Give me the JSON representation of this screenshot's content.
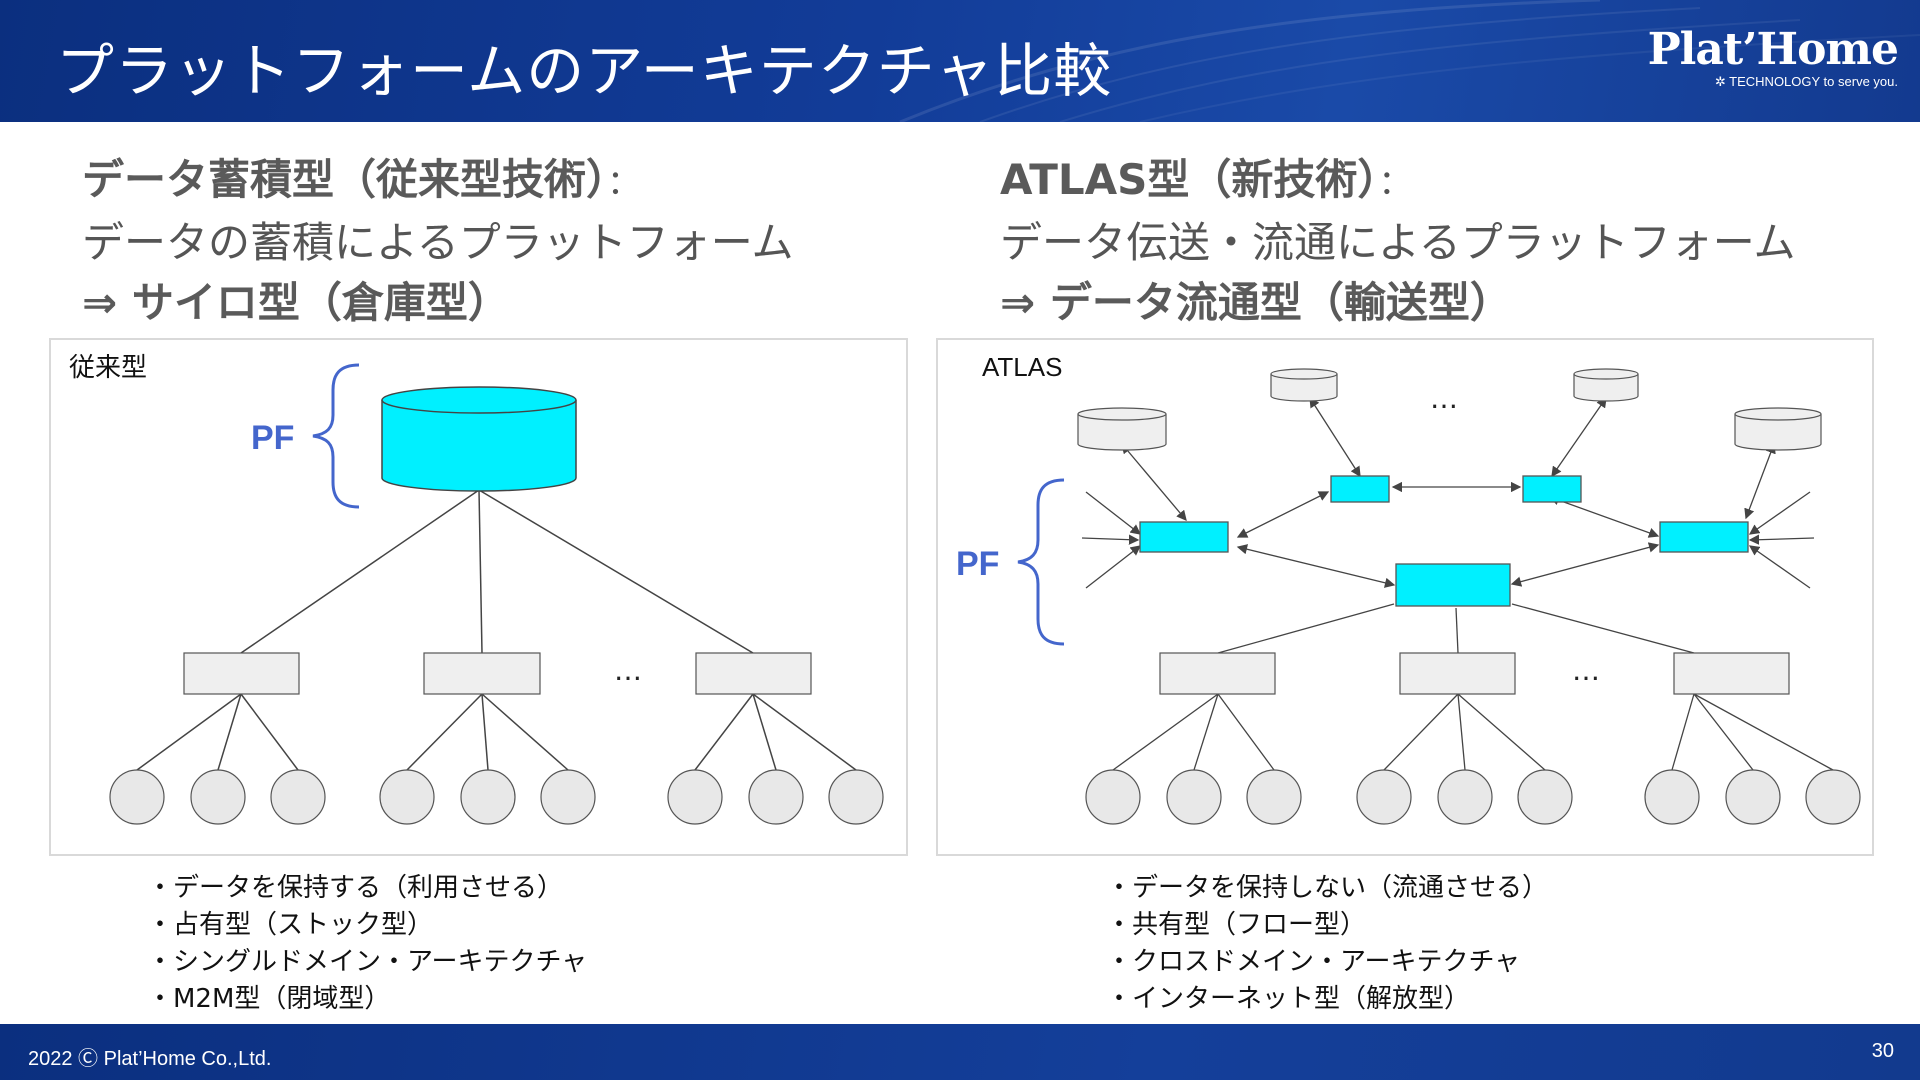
{
  "header": {
    "title": "プラットフォームのアーキテクチャ比較",
    "logo_main": "Plat’Home",
    "logo_sub": "TECHNOLOGY to serve you."
  },
  "left": {
    "heading_bold": "データ蓄積型（従来型技術）",
    "heading_colon": "：",
    "heading_line2": "データの蓄積によるプラットフォーム",
    "heading_line3": "⇒ サイロ型（倉庫型）",
    "panel_label": "従来型",
    "pf_label": "PF",
    "ellipsis": "…",
    "bullets": [
      "・データを保持する（利用させる）",
      "・占有型（ストック型）",
      "・シングルドメイン・アーキテクチャ",
      "・M2M型（閉域型）"
    ]
  },
  "right": {
    "heading_bold": "ATLAS型（新技術）",
    "heading_colon": "：",
    "heading_line2": "データ伝送・流通によるプラットフォーム",
    "heading_line3": "⇒ データ流通型（輸送型）",
    "panel_label": "ATLAS",
    "pf_label": "PF",
    "ellipsis_top": "…",
    "ellipsis_bottom": "…",
    "bullets": [
      "・データを保持しない（流通させる）",
      "・共有型（フロー型）",
      "・クロスドメイン・アーキテクチャ",
      "・インターネット型（解放型）"
    ]
  },
  "footer": {
    "copyright": "2022 Ⓒ Plat’Home Co.,Ltd.",
    "page_number": "30"
  },
  "colors": {
    "header_bg": "#123c98",
    "pf_accent": "#4466cc",
    "cyan": "#00f0ff",
    "box_gray": "#efefef",
    "line": "#444444"
  }
}
